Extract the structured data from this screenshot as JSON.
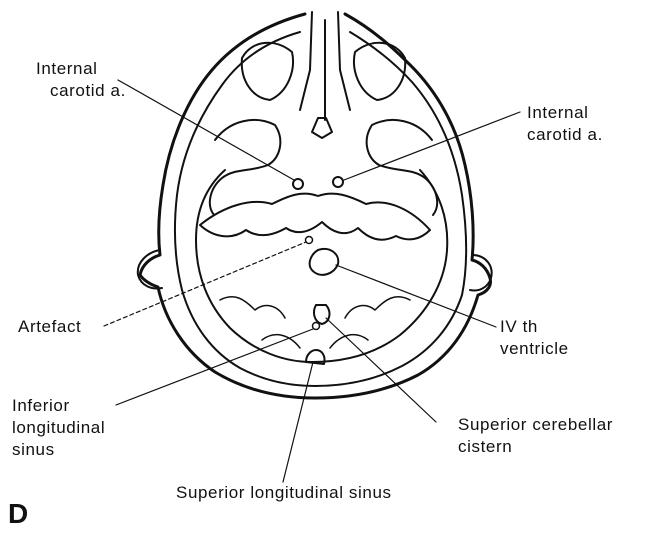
{
  "panel_letter": "D",
  "labels": {
    "internal_carotid_left": [
      "Internal",
      "carotid a."
    ],
    "internal_carotid_right": [
      "Internal",
      "carotid  a."
    ],
    "artefact": [
      "Artefact"
    ],
    "fourth_ventricle": [
      "IV th",
      "ventricle"
    ],
    "inferior_longitudinal_sinus": [
      "Inferior",
      "longitudinal",
      "sinus"
    ],
    "superior_cerebellar_cistern": [
      "Superior  cerebellar",
      "cistern"
    ],
    "superior_longitudinal_sinus": [
      "Superior longitudinal sinus"
    ]
  },
  "colors": {
    "ink": "#111111",
    "background": "#ffffff"
  }
}
